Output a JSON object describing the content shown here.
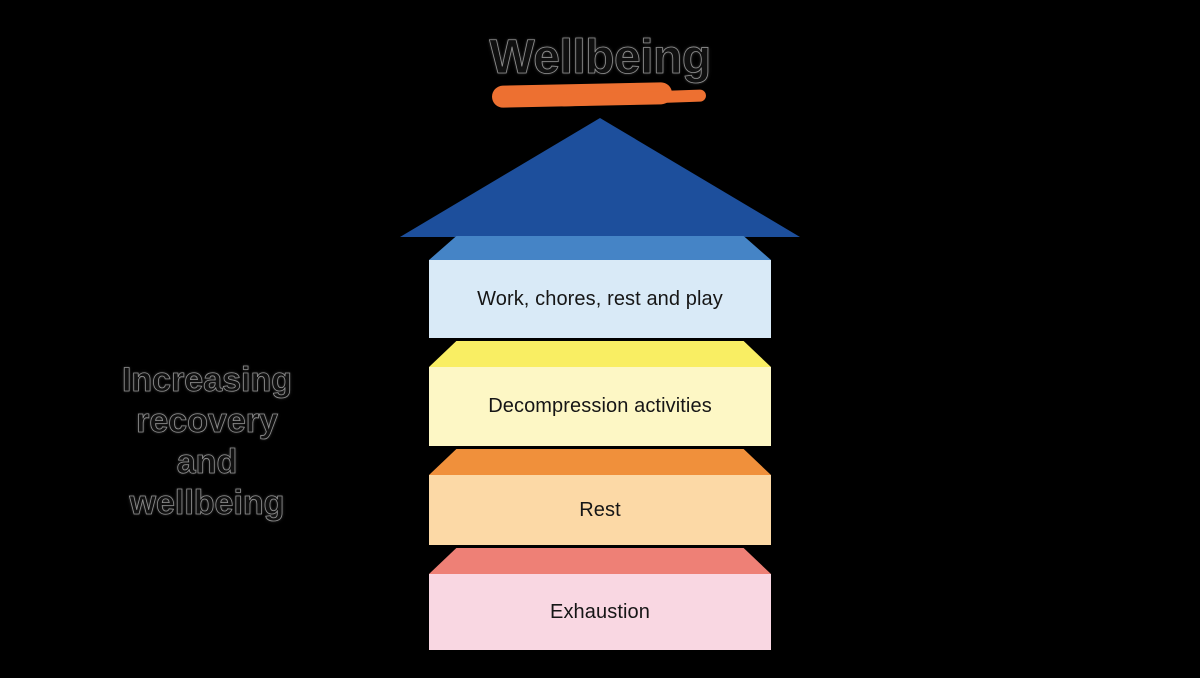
{
  "title": "Wellbeing",
  "side_label": "Increasing\nrecovery\nand\nwellbeing",
  "colors": {
    "background": "#000000",
    "brush_stroke": "#ed7031",
    "arrow_head": "#1d4f9c",
    "side_text": "#101010",
    "box_text": "#161616"
  },
  "diagram": {
    "type": "stacked-upward-arrow",
    "direction": "bottom (exhaustion) to top (wellbeing)",
    "tiers": [
      {
        "label": "Work, chores, rest and play",
        "box_color": "#d9eaf7",
        "flap_color": "#4584c6"
      },
      {
        "label": "Decompression activities",
        "box_color": "#fdf7c5",
        "flap_color": "#f9ee63"
      },
      {
        "label": "Rest",
        "box_color": "#fcd9a6",
        "flap_color": "#f0903b"
      },
      {
        "label": "Exhaustion",
        "box_color": "#f9d7e2",
        "flap_color": "#ee8076"
      }
    ]
  }
}
